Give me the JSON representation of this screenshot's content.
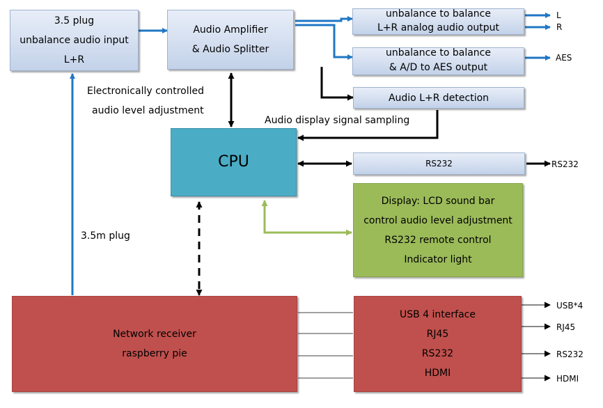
{
  "colors": {
    "blue_arrow": "#1f77c4",
    "black_arrow": "#000000",
    "green_arrow": "#9bbb59",
    "cpu_fill": "#4bacc6",
    "display_fill": "#9bbb59",
    "network_fill": "#c0504d",
    "light_box_fill": "#d6e0f0"
  },
  "boxes": {
    "input": {
      "line1": "3.5 plug",
      "line2": "unbalance audio input",
      "line3": "L+R"
    },
    "amplifier": {
      "line1": "Audio Amplifier",
      "line2": "& Audio Splitter"
    },
    "analog_out": {
      "line1": "unbalance to balance",
      "line2": "L+R analog audio output"
    },
    "aes_out": {
      "line1": "unbalance to balance",
      "line2": "& A/D to AES output"
    },
    "detection": {
      "line1": "Audio L+R detection"
    },
    "cpu": {
      "label": "CPU"
    },
    "rs232": {
      "label": "RS232"
    },
    "display": {
      "line1": "Display: LCD sound bar",
      "line2": "control audio level adjustment",
      "line3": "RS232 remote control",
      "line4": "Indicator light"
    },
    "network": {
      "line1": "Network receiver",
      "line2": "raspberry pie"
    },
    "interfaces": {
      "line1": "USB 4 interface",
      "line2": "RJ45",
      "line3": "RS232",
      "line4": "HDMI"
    }
  },
  "labels": {
    "level_adjust_1": "Electronically controlled",
    "level_adjust_2": "audio level adjustment",
    "signal_sampling": "Audio display signal sampling",
    "plug": "3.5m plug"
  },
  "outputs": {
    "l": "L",
    "r": "R",
    "aes": "AES",
    "rs232": "RS232",
    "usb": "USB*4",
    "rj45": "RJ45",
    "rs232_b": "RS232",
    "hdmi": "HDMI"
  }
}
